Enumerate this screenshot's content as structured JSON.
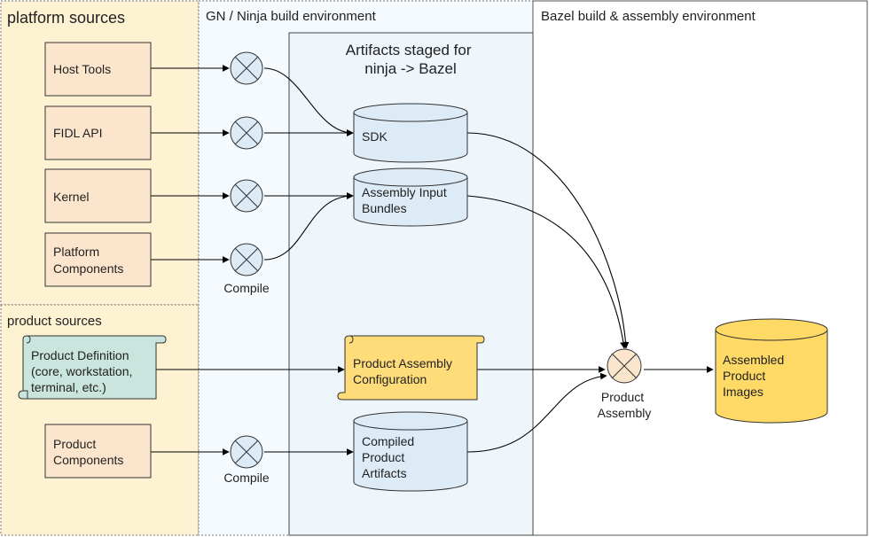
{
  "regions": {
    "platform_sources": "platform sources",
    "product_sources": "product sources",
    "gn_ninja": "GN / Ninja build environment",
    "bazel": "Bazel build & assembly environment",
    "artifacts_staged": [
      "Artifacts staged for",
      "ninja -> Bazel"
    ]
  },
  "sources": {
    "host_tools": [
      "Host Tools"
    ],
    "fidl_api": [
      "FIDL API"
    ],
    "kernel": [
      "Kernel"
    ],
    "platform_components": [
      "Platform",
      "Components"
    ],
    "product_definition": [
      "Product Definition",
      "(core, workstation,",
      "terminal, etc.)"
    ],
    "product_components": [
      "Product",
      "Components"
    ]
  },
  "operations": {
    "compile": [
      "Compile"
    ],
    "product_assembly": [
      "Product",
      "Assembly"
    ]
  },
  "artifacts": {
    "sdk": [
      "SDK"
    ],
    "assembly_input_bundles": [
      "Assembly Input",
      "Bundles"
    ],
    "product_assembly_configuration": [
      "Product Assembly",
      "Configuration"
    ],
    "compiled_product_artifacts": [
      "Compiled",
      "Product",
      "Artifacts"
    ]
  },
  "outputs": {
    "assembled_product_images": [
      "Assembled",
      "Product",
      "Images"
    ]
  },
  "colors": {
    "platform_bg": "#fdf2d2",
    "gn_bg": "#f5fafe",
    "bazel_bg": "#ffffff",
    "source_box": "#fce5cd",
    "artifact_db": "#dcebf6",
    "product_def": "#c9e5dd",
    "product_cfg": "#ffdc7a",
    "output_db": "#ffd966",
    "op_assembly": "#fce5cd"
  }
}
